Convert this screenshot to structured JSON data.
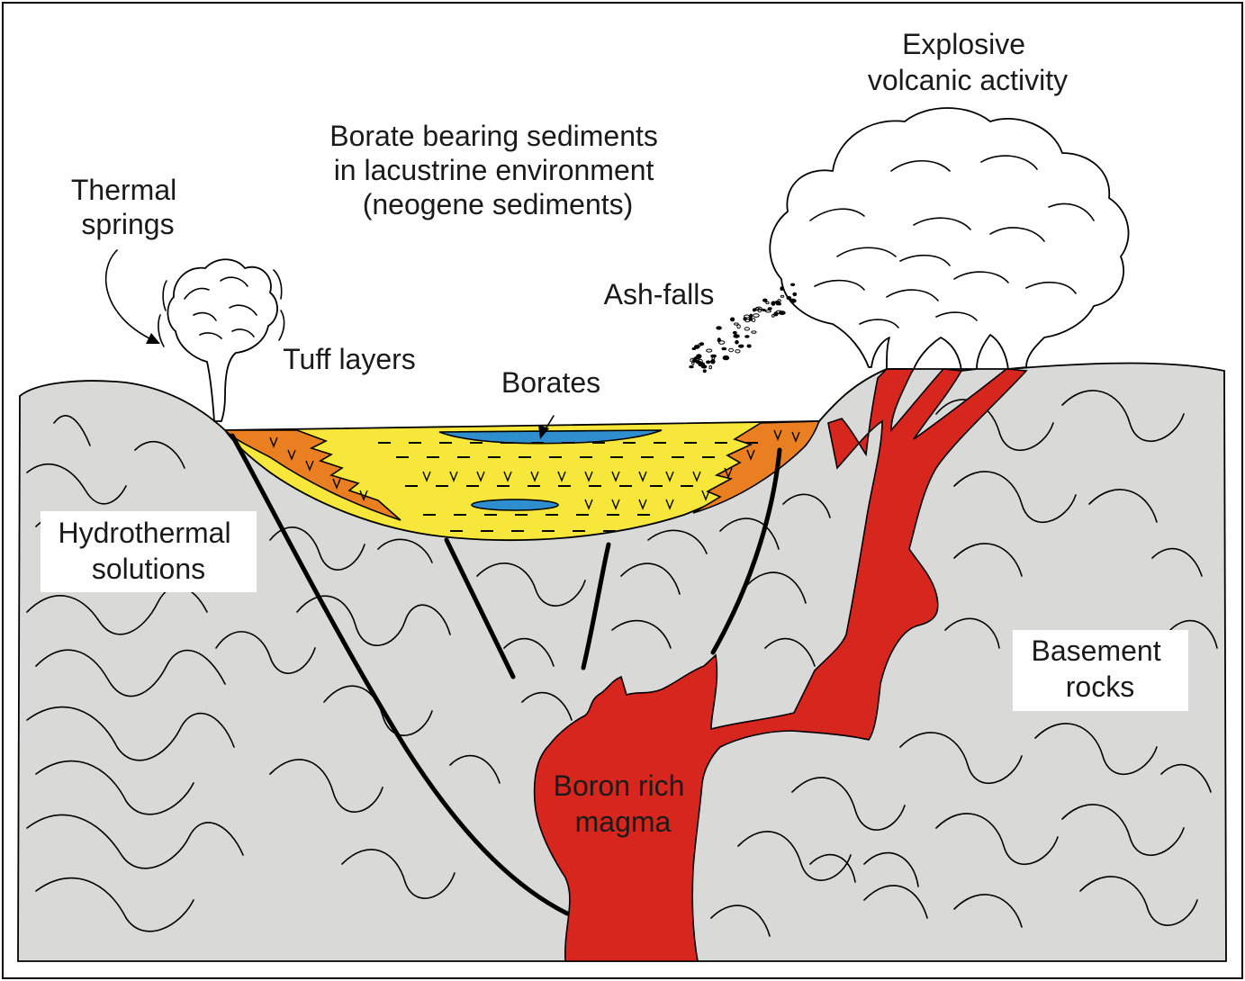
{
  "colors": {
    "basement": "#d9d9d8",
    "lake_sediment": "#f6e73a",
    "tuff": "#ea7f22",
    "borate": "#2f8fce",
    "magma": "#d7261e",
    "cloud": "#ffffff"
  },
  "labels": {
    "thermal_springs": [
      "Thermal",
      "springs"
    ],
    "borate_sediments": [
      "Borate bearing sediments",
      "in lacustrine environment",
      "(neogene sediments)"
    ],
    "explosive": [
      "Explosive",
      "volcanic activity"
    ],
    "ash_falls": [
      "Ash-falls"
    ],
    "tuff_layers": [
      "Tuff layers"
    ],
    "borates": [
      "Borates"
    ],
    "hydrothermal": [
      "Hydrothermal",
      "solutions"
    ],
    "basement_rocks": [
      "Basement",
      "rocks"
    ],
    "boron_magma": [
      "Boron rich",
      "magma"
    ]
  }
}
